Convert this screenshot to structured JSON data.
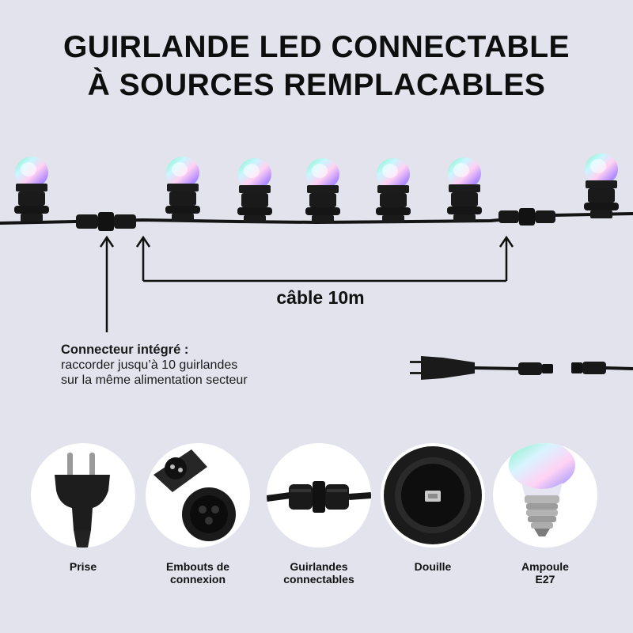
{
  "title": {
    "line1": "GUIRLANDE LED CONNECTABLE",
    "line2": "À SOURCES REMPLACABLES"
  },
  "cable_label": "câble 10m",
  "connector_note": {
    "head": "Connecteur intégré :",
    "line1": "raccorder jusqu’à 10 guirlandes",
    "line2": "sur la même alimentation secteur"
  },
  "features": [
    {
      "label_line1": "Prise",
      "label_line2": "",
      "icon": "plug-icon"
    },
    {
      "label_line1": "Embouts de",
      "label_line2": "connexion",
      "icon": "connector-end-icon"
    },
    {
      "label_line1": "Guirlandes",
      "label_line2": "connectables",
      "icon": "linked-connector-icon"
    },
    {
      "label_line1": "Douille",
      "label_line2": "",
      "icon": "socket-icon"
    },
    {
      "label_line1": "Ampoule",
      "label_line2": "E27",
      "icon": "bulb-e27-icon"
    }
  ],
  "colors": {
    "background": "#e3e3ee",
    "cable": "#141414",
    "text": "#111111"
  }
}
